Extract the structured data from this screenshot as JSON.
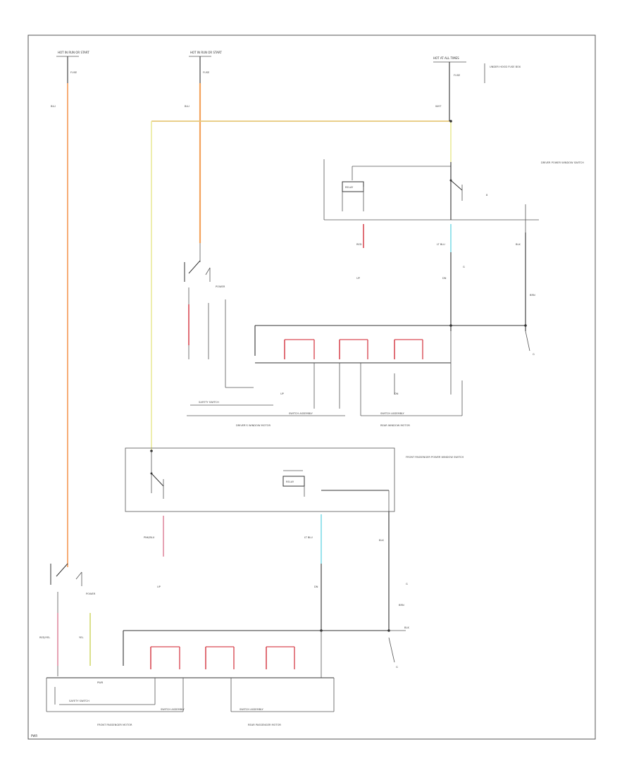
{
  "colors": {
    "background": "#ffffff",
    "wire": "#333333",
    "orange_wire": "#f6a266",
    "amber_wire": "#e6c87a",
    "yellow_wire": "#eaea9a",
    "red_wire": "#d94b55",
    "pink_wire": "#e08aa0",
    "cyan_wire": "#8fe0ea"
  },
  "labels": {
    "top_left": "HOT IN RUN OR START",
    "top_mid": "HOT IN RUN OR START",
    "top_right": "HOT AT ALL TIMES",
    "fuse_left": "FUSE",
    "fuse_mid": "FUSE",
    "fuse_right": "FUSE",
    "box_right": "UNDER HOOD FUSE BOX",
    "sw_block_upper": "POWER WINDOW SWITCH",
    "ground_upper": "G",
    "ground_lower": "G",
    "relay_upper": "RELAY",
    "relay_lower": "RELAY",
    "motor_upper_left": "DRIVER'S WINDOW MOTOR",
    "motor_upper_right": "REAR WINDOW MOTOR",
    "motor_lower_left": "FRONT PASSENGER MOTOR",
    "motor_lower_right": "REAR PASSENGER MOTOR",
    "footer_upper_left": "SAFETY SWITCH",
    "footer_upper_right": "SWITCH ASSEMBLY",
    "footer_lower_left": "SAFETY SWITCH",
    "footer_lower_right": "SWITCH ASSEMBLY",
    "page_id": "PWR"
  }
}
